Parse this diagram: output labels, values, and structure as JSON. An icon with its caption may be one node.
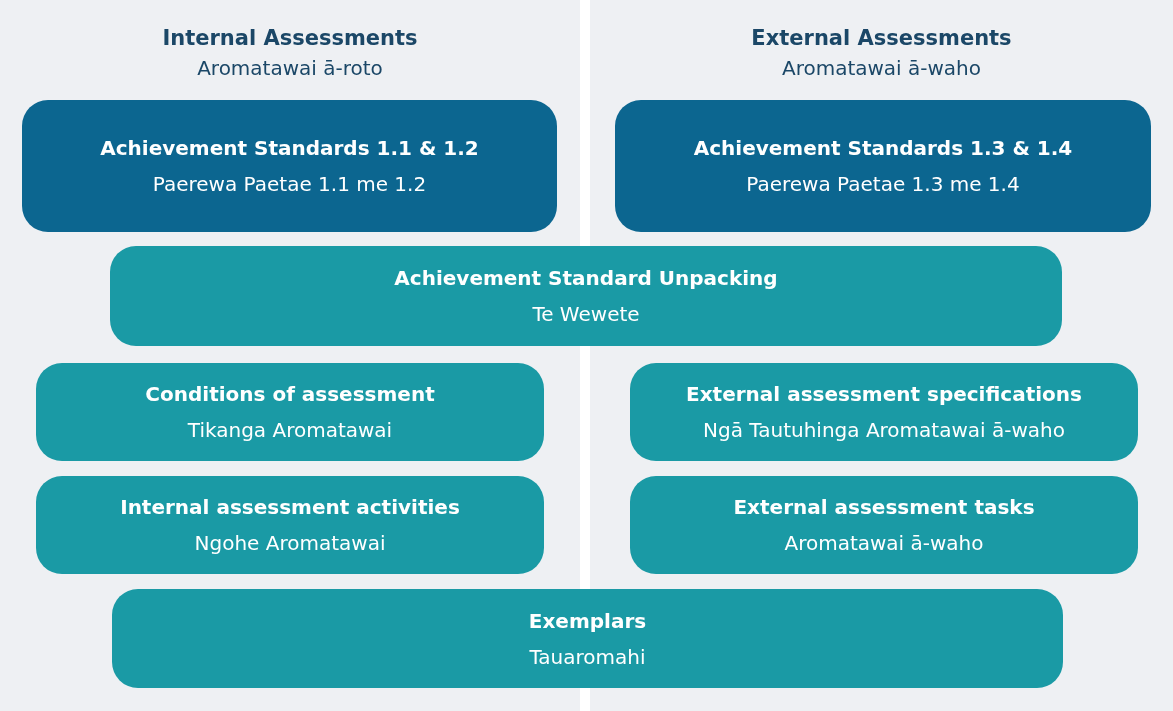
{
  "diagram": {
    "nodes": [
      {
        "text": [
          "Internal Assessments",
          "Aromatawai ā-roto"
        ]
      },
      {
        "text": [
          "External Assessments",
          "Aromatawai ā-waho"
        ]
      },
      {
        "text": [
          "Achievement Standards 1.1 & 1.2",
          "Paerewa Paetae 1.1 me 1.2"
        ],
        "in": 0
      },
      {
        "text": [
          "Achievement Standards 1.3 & 1.4",
          "Paerewa Paetae 1.3 me 1.4"
        ],
        "in": 1
      },
      {
        "text": [
          "Achievement Standard Unpacking",
          "Te Wewete"
        ]
      },
      {
        "text": [
          "Conditions of assessment",
          "Tikanga Aromatawai"
        ],
        "in": 0
      },
      {
        "text": [
          "External assessment specifications",
          "Ngā Tautuhinga Aromatawai ā-waho"
        ],
        "in": 1
      },
      {
        "text": [
          "Internal assessment activities",
          "Ngohe Aromatawai"
        ],
        "in": 0
      },
      {
        "text": [
          "External assessment tasks",
          "Aromatawai ā-waho"
        ],
        "in": 1
      },
      {
        "text": [
          "Exemplars",
          "Tauaromahi"
        ]
      }
    ],
    "edges": []
  }
}
